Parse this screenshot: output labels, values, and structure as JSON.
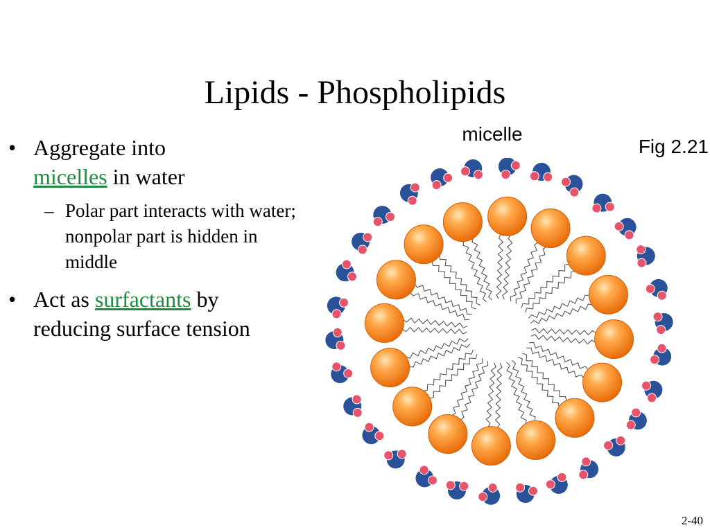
{
  "slide": {
    "title": "Lipids - Phospholipids",
    "bullets": [
      {
        "marker": "•",
        "text_before": "Aggregate into",
        "link": "micelles",
        "text_after": "in water",
        "sub": {
          "marker": "–",
          "text": "Polar part interacts with water; nonpolar part is hidden in middle"
        }
      },
      {
        "marker": "•",
        "text_before": "Act as",
        "link": "surfactants",
        "text_after": "by reducing surface tension"
      }
    ],
    "figure": {
      "label": "micelle",
      "reference": "Fig 2.21"
    },
    "page_number": "2-40"
  },
  "colors": {
    "link": "#1e8c3e",
    "head_group": "#f57a14",
    "water_oxygen": "#2a5299",
    "water_hydrogen": "#e5546a"
  }
}
